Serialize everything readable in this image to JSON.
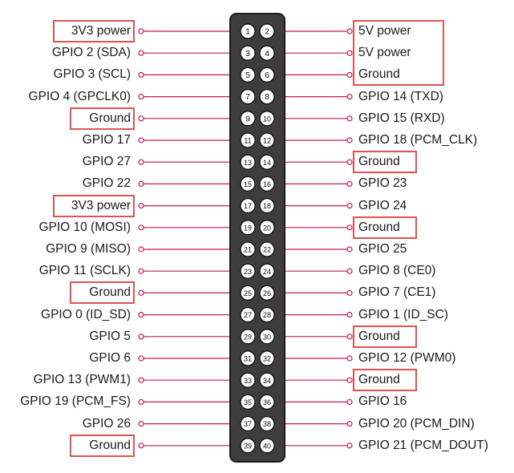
{
  "header": {
    "left_pin_labels": [
      "3V3 power",
      "GPIO 2 (SDA)",
      "GPIO 3 (SCL)",
      "GPIO 4 (GPCLK0)",
      "Ground",
      "GPIO 17",
      "GPIO 27",
      "GPIO 22",
      "3V3 power",
      "GPIO 10 (MOSI)",
      "GPIO 9 (MISO)",
      "GPIO 11 (SCLK)",
      "Ground",
      "GPIO 0 (ID_SD)",
      "GPIO 5",
      "GPIO 6",
      "GPIO 13 (PWM1)",
      "GPIO 19 (PCM_FS)",
      "GPIO 26",
      "Ground"
    ],
    "right_pin_labels": [
      "5V power",
      "5V power",
      "Ground",
      "GPIO 14 (TXD)",
      "GPIO 15 (RXD)",
      "GPIO 18 (PCM_CLK)",
      "Ground",
      "GPIO 23",
      "GPIO 24",
      "Ground",
      "GPIO 25",
      "GPIO 8 (CE0)",
      "GPIO 7 (CE1)",
      "GPIO 1 (ID_SC)",
      "Ground",
      "GPIO 12 (PWM0)",
      "Ground",
      "GPIO 16",
      "GPIO 20 (PCM_DIN)",
      "GPIO 21 (PCM_DOUT)"
    ],
    "left_pin_numbers": [
      "1",
      "3",
      "5",
      "7",
      "9",
      "11",
      "13",
      "15",
      "17",
      "19",
      "21",
      "23",
      "25",
      "27",
      "29",
      "31",
      "33",
      "35",
      "37",
      "39"
    ],
    "right_pin_numbers": [
      "2",
      "4",
      "6",
      "8",
      "10",
      "12",
      "14",
      "16",
      "18",
      "20",
      "22",
      "24",
      "26",
      "28",
      "30",
      "32",
      "34",
      "36",
      "38",
      "40"
    ],
    "highlighted_left_rows": [
      0,
      4,
      8,
      12,
      19
    ],
    "highlighted_right_rows": [
      6,
      9,
      14,
      16
    ],
    "highlighted_right_group": [
      0,
      2
    ]
  },
  "colors": {
    "highlight_box": "#e05252",
    "leader_line": "#c2185b",
    "header_body": "#3d3d3d",
    "pin_fill": "#ffffff",
    "text": "#1a1a1a"
  }
}
